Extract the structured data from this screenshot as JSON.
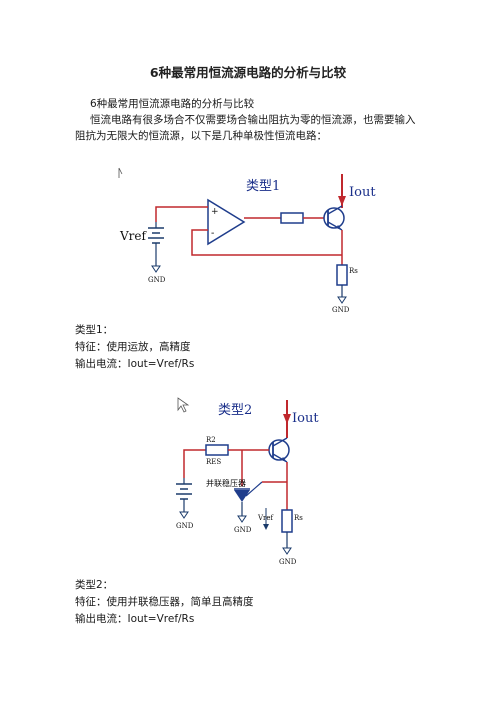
{
  "document": {
    "title": "6种最常用恒流源电路的分析与比较",
    "subtitle": "6种最常用恒流源电路的分析与比较",
    "intro": "恒流电路有很多场合不仅需要场合输出阻抗为零的恒流源，也需要输入阻抗为无限大的恒流源，以下是几种单极性恒流电路："
  },
  "figure1": {
    "label": "类型1",
    "iout": "Iout",
    "vref": "Vref",
    "gnd": "GND",
    "rs": "Rs",
    "plus": "+",
    "minus": "-"
  },
  "type1": {
    "heading": "类型1：",
    "feature": "特征：使用运放，高精度",
    "output": "输出电流：Iout=Vref/Rs"
  },
  "figure2": {
    "label": "类型2",
    "iout": "Iout",
    "r2": "R2",
    "r2_value": "RES",
    "shunt": "并联稳压器",
    "vref": "Vref",
    "gnd": "GND",
    "rs": "Rs"
  },
  "type2": {
    "heading": "类型2：",
    "feature": "特征：使用并联稳压器，简单且高精度",
    "output": "输出电流：Iout=Vref/Rs"
  },
  "colors": {
    "wire_red": "#c0282d",
    "wire_dark": "#1a3a6a",
    "component_blue": "#1f3d8c",
    "text_blue": "#1a2f8a"
  }
}
